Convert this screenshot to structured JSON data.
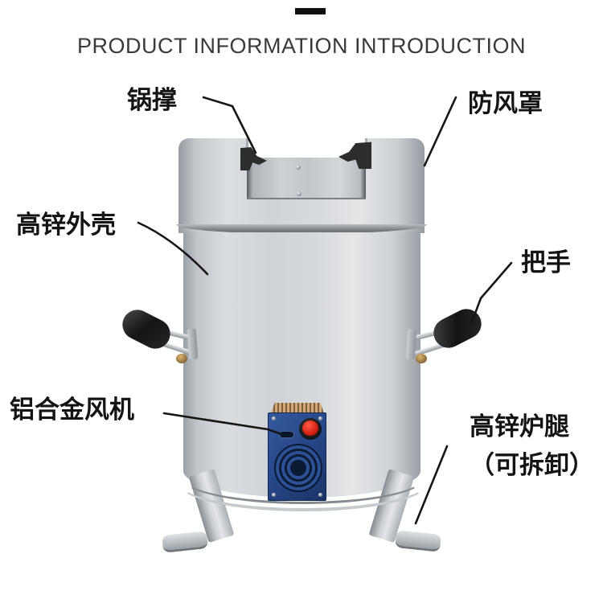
{
  "header": {
    "title": "PRODUCT INFORMATION INTRODUCTION"
  },
  "callouts": {
    "pot_support": "锅撑",
    "windshield": "防风罩",
    "zinc_shell": "高锌外壳",
    "handle": "把手",
    "fan": "铝合金风机",
    "legs_line1": "高锌炉腿",
    "legs_line2": "（可拆卸）"
  },
  "colors": {
    "accent_bar": "#0f0f0f",
    "title_text": "#3a3a3a",
    "label_text": "#141414",
    "metal_light": "#e4e6e8",
    "metal_mid": "#cfd3d7",
    "metal_dark": "#9aa0a7",
    "handle_black": "#141416",
    "fan_blue": "#27488a",
    "heatsink_copper": "#d2a877",
    "knob_red": "#d21f12",
    "pot_support_dark": "#2d2d2f"
  }
}
